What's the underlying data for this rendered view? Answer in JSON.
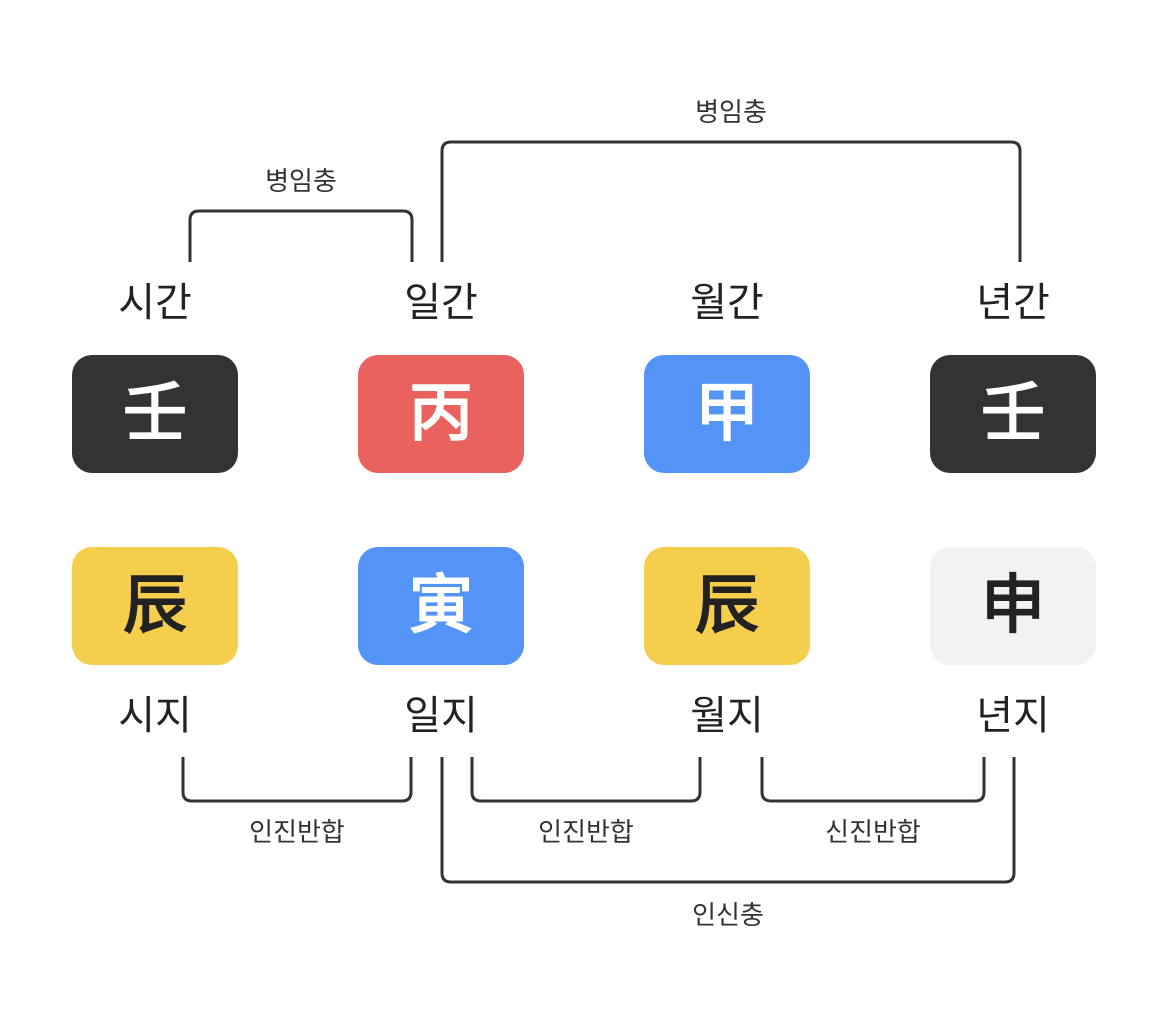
{
  "stems": [
    {
      "label": "시간",
      "char": "壬",
      "bg": "#333333",
      "fg": "#ffffff"
    },
    {
      "label": "일간",
      "char": "丙",
      "bg": "#E9625F",
      "fg": "#ffffff"
    },
    {
      "label": "월간",
      "char": "甲",
      "bg": "#5594F7",
      "fg": "#ffffff"
    },
    {
      "label": "년간",
      "char": "壬",
      "bg": "#333333",
      "fg": "#ffffff"
    }
  ],
  "branches": [
    {
      "label": "시지",
      "char": "辰",
      "bg": "#F6CE4E",
      "fg": "#222222"
    },
    {
      "label": "일지",
      "char": "寅",
      "bg": "#5594F7",
      "fg": "#ffffff"
    },
    {
      "label": "월지",
      "char": "辰",
      "bg": "#F6CE4E",
      "fg": "#222222"
    },
    {
      "label": "년지",
      "char": "申",
      "bg": "#F2F2F2",
      "fg": "#222222"
    }
  ],
  "relations": {
    "top_left": "병임충",
    "top_wide": "병임충",
    "bottom_1": "인진반합",
    "bottom_2": "인진반합",
    "bottom_3": "신진반합",
    "bottom_wide": "인신충"
  }
}
